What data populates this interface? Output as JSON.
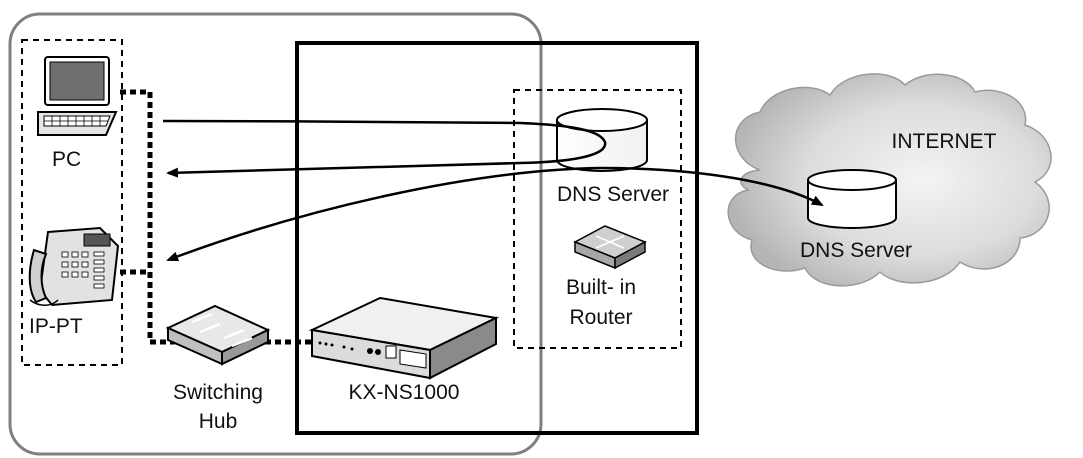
{
  "labels": {
    "pc": "PC",
    "ippt": "IP-PT",
    "switch_line1": "Switching",
    "switch_line2": "Hub",
    "pbx": "KX-NS1000",
    "dns_local": "DNS Server",
    "router_line1": "Built- in",
    "router_line2": "Router",
    "internet": "INTERNET",
    "dns_internet": "DNS Server"
  },
  "colors": {
    "line": "#000000",
    "region_border": "#808080",
    "cloud_fill_light": "#f2f2f2",
    "cloud_fill_dark": "#b8b8b8"
  }
}
